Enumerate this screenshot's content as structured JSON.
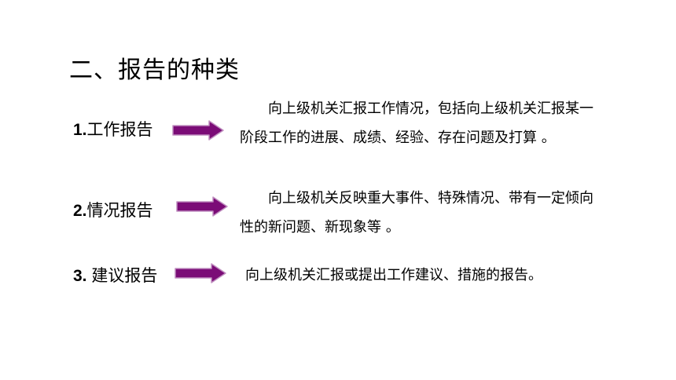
{
  "title": "二、报告的种类",
  "colors": {
    "arrow": "#7B0C77",
    "text": "#000000",
    "background": "#ffffff"
  },
  "items": [
    {
      "number": "1.",
      "label": "工作报告",
      "description": "向上级机关汇报工作情况，包括向上级机关汇报某一阶段工作的进展、成绩、经验、存在问题及打算 。"
    },
    {
      "number": "2.",
      "label": "情况报告",
      "description": "向上级机关反映重大事件、特殊情况、带有一定倾向性的新问题、新现象等 。"
    },
    {
      "number": "3. ",
      "label": "建议报告",
      "description": "向上级机关汇报或提出工作建议、措施的报告。"
    }
  ]
}
